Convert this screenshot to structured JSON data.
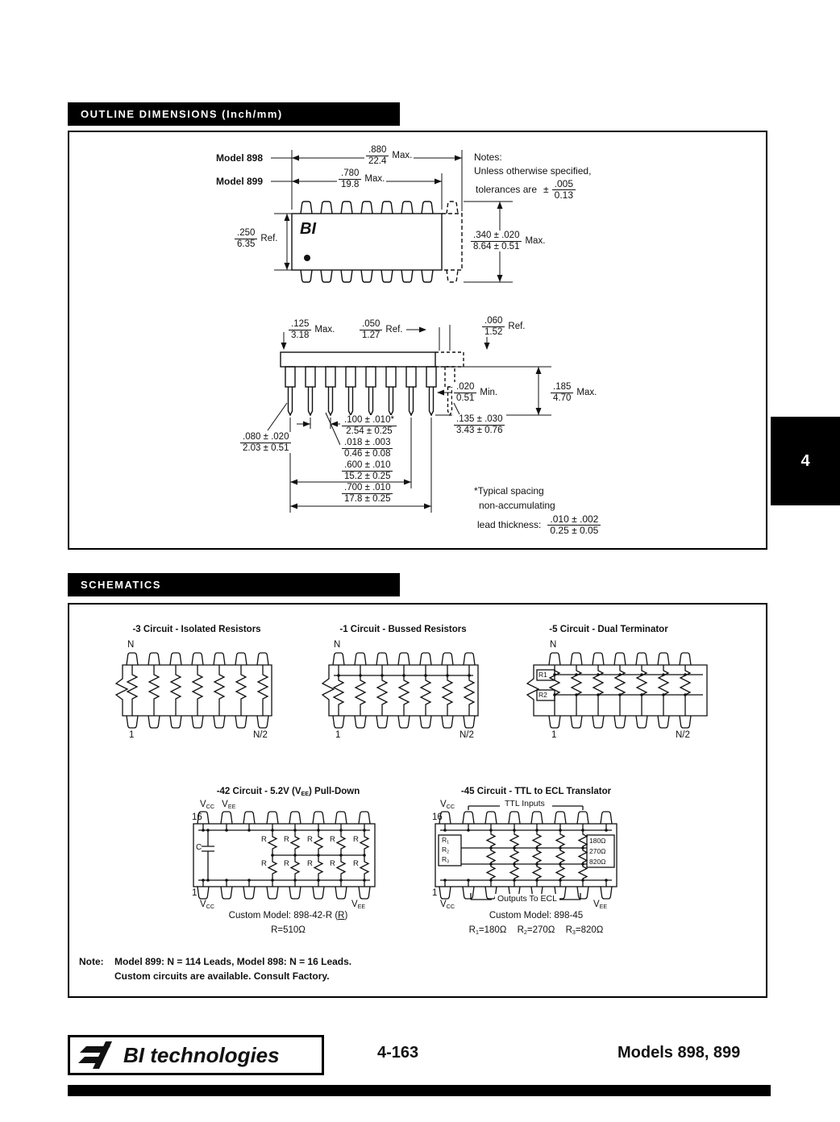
{
  "header": {
    "outline_title": "OUTLINE DIMENSIONS (Inch/mm)",
    "schematics_title": "SCHEMATICS",
    "side_tab": "4"
  },
  "outline": {
    "model898": "Model 898",
    "model899": "Model 899",
    "chip_logo": "BI",
    "notes_heading": "Notes:",
    "notes_line1": "Unless otherwise specified,",
    "notes_line2": "tolerances are",
    "notes_pm": "±",
    "footnote_line1": "*Typical spacing",
    "footnote_line2": "non-accumulating",
    "lead_thickness_label": "lead thickness:",
    "dims": {
      "d880": {
        "in": ".880",
        "mm": "22.4",
        "suffix": "Max."
      },
      "d780": {
        "in": ".780",
        "mm": "19.8",
        "suffix": "Max."
      },
      "d005": {
        "in": ".005",
        "mm": "0.13",
        "suffix": ""
      },
      "d250": {
        "in": ".250",
        "mm": "6.35",
        "suffix": "Ref."
      },
      "d340": {
        "in": ".340 ± .020",
        "mm": "8.64 ± 0.51",
        "suffix": "Max."
      },
      "d125": {
        "in": ".125",
        "mm": "3.18",
        "suffix": "Max."
      },
      "d050": {
        "in": ".050",
        "mm": "1.27",
        "suffix": "Ref."
      },
      "d060": {
        "in": ".060",
        "mm": "1.52",
        "suffix": "Ref."
      },
      "d020": {
        "in": ".020",
        "mm": "0.51",
        "suffix": "Min."
      },
      "d185": {
        "in": ".185",
        "mm": "4.70",
        "suffix": "Max."
      },
      "d100": {
        "in": ".100 ± .010*",
        "mm": "2.54 ± 0.25",
        "suffix": ""
      },
      "d018": {
        "in": ".018 ± .003",
        "mm": "0.46 ± 0.08",
        "suffix": ""
      },
      "d600": {
        "in": ".600 ± .010",
        "mm": "15.2 ± 0.25",
        "suffix": ""
      },
      "d700": {
        "in": ".700 ± .010",
        "mm": "17.8 ± 0.25",
        "suffix": ""
      },
      "d080": {
        "in": ".080 ± .020",
        "mm": "2.03 ± 0.51",
        "suffix": ""
      },
      "d135": {
        "in": ".135 ± .030",
        "mm": "3.43 ± 0.76",
        "suffix": ""
      },
      "d010": {
        "in": ".010 ± .002",
        "mm": "0.25 ± 0.05",
        "suffix": ""
      }
    }
  },
  "schematics": {
    "sym": {
      "v": "V",
      "cc": "CC",
      "ee": "EE"
    },
    "iso": {
      "title": "-3 Circuit - Isolated Resistors",
      "n": "N",
      "p1": "1",
      "pn2": "N/2"
    },
    "bus": {
      "title": "-1 Circuit - Bussed Resistors",
      "n": "N",
      "p1": "1",
      "pn2": "N/2"
    },
    "dual": {
      "title": "-5 Circuit - Dual Terminator",
      "n": "N",
      "p1": "1",
      "pn2": "N/2",
      "r1": "R1",
      "r2": "R2"
    },
    "pd": {
      "t1": "-42 Circuit - 5.2V (V",
      "tsub": "EE",
      "t2": ") Pull-Down",
      "pin16": "16",
      "pin1": "1",
      "r": "R",
      "c": "C",
      "custom_pre": "Custom Model: 898-42-R (",
      "custom_r": "R",
      "custom_post": ")",
      "rval": "R=510Ω"
    },
    "tr": {
      "title": "-45 Circuit - TTL to ECL Translator",
      "ttl": "TTL Inputs",
      "out": "Outputs To ECL",
      "pin16": "16",
      "pin1": "1",
      "rb": "R",
      "r1s": "1",
      "r2s": "2",
      "r3s": "3",
      "v180": "180Ω",
      "v270": "270Ω",
      "v820": "820Ω",
      "custom": "Custom Model: 898-45",
      "req1": "=180Ω",
      "req2": "=270Ω",
      "req3": "=820Ω"
    },
    "note_label": "Note:",
    "note_line1": "Model 899: N = 114 Leads, Model 898: N = 16 Leads.",
    "note_line2": "Custom circuits are available.  Consult Factory."
  },
  "footer": {
    "brand_b": "BI",
    "brand_rest": "technologies",
    "page_num": "4-163",
    "models": "Models 898, 899"
  }
}
